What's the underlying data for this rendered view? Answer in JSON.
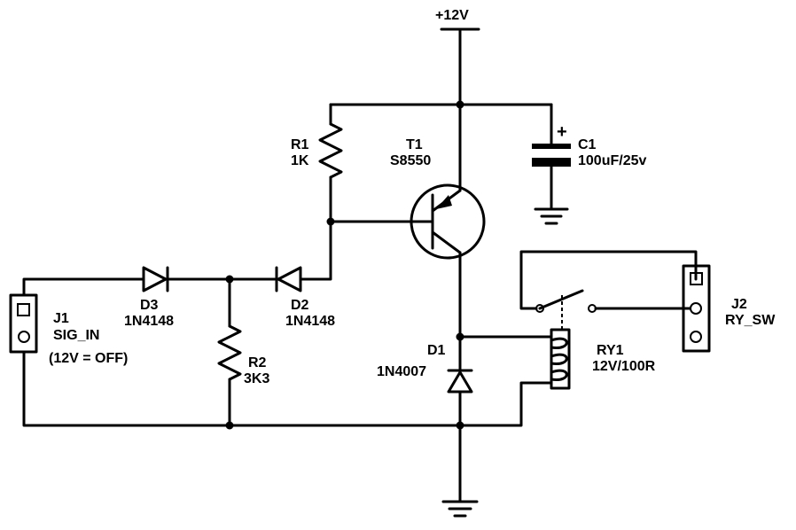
{
  "supply": {
    "label": "+12V"
  },
  "components": {
    "R1": {
      "ref": "R1",
      "value": "1K"
    },
    "T1": {
      "ref": "T1",
      "value": "S8550"
    },
    "C1": {
      "ref": "C1",
      "value": "100uF/25v",
      "polarity": "+"
    },
    "D1": {
      "ref": "D1",
      "value": "1N4007"
    },
    "D2": {
      "ref": "D2",
      "value": "1N4148"
    },
    "D3": {
      "ref": "D3",
      "value": "1N4148"
    },
    "R2": {
      "ref": "R2",
      "value": "3K3"
    },
    "RY1": {
      "ref": "RY1",
      "value": "12V/100R"
    },
    "J1": {
      "ref": "J1",
      "name": "SIG_IN",
      "note": "(12V = OFF)"
    },
    "J2": {
      "ref": "J2",
      "name": "RY_SW"
    }
  }
}
